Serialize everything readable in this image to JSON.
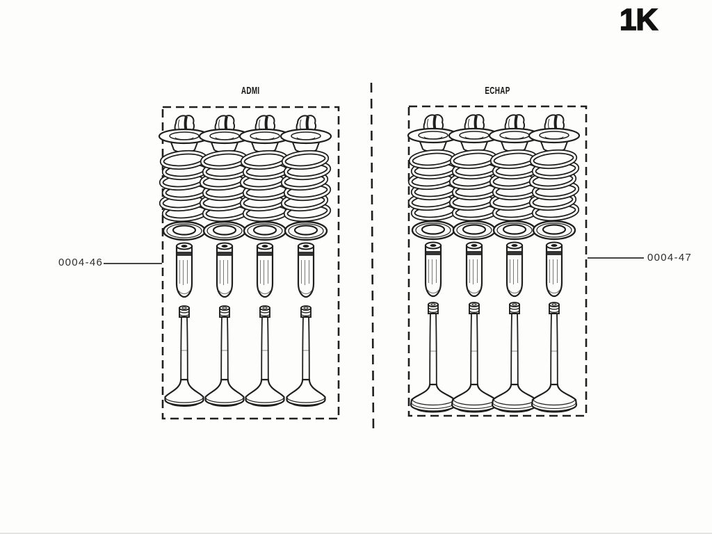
{
  "page": {
    "code": "1K"
  },
  "panels": [
    {
      "id": "admi",
      "title": "ADMI",
      "ref": "0004-46",
      "side": "left",
      "column_count": 4,
      "parts_top_to_bottom": [
        "valve-keeper",
        "spring-retainer",
        "valve-spring",
        "spring-seat-washer",
        "valve-guide",
        "intake-valve"
      ]
    },
    {
      "id": "echap",
      "title": "ECHAP",
      "ref": "0004-47",
      "side": "right",
      "column_count": 4,
      "parts_top_to_bottom": [
        "valve-keeper",
        "spring-retainer",
        "valve-spring",
        "spring-seat-washer",
        "valve-guide",
        "exhaust-valve"
      ]
    }
  ],
  "colors": {
    "ink": "#1f1f1f",
    "paper": "#fdfdfc"
  }
}
